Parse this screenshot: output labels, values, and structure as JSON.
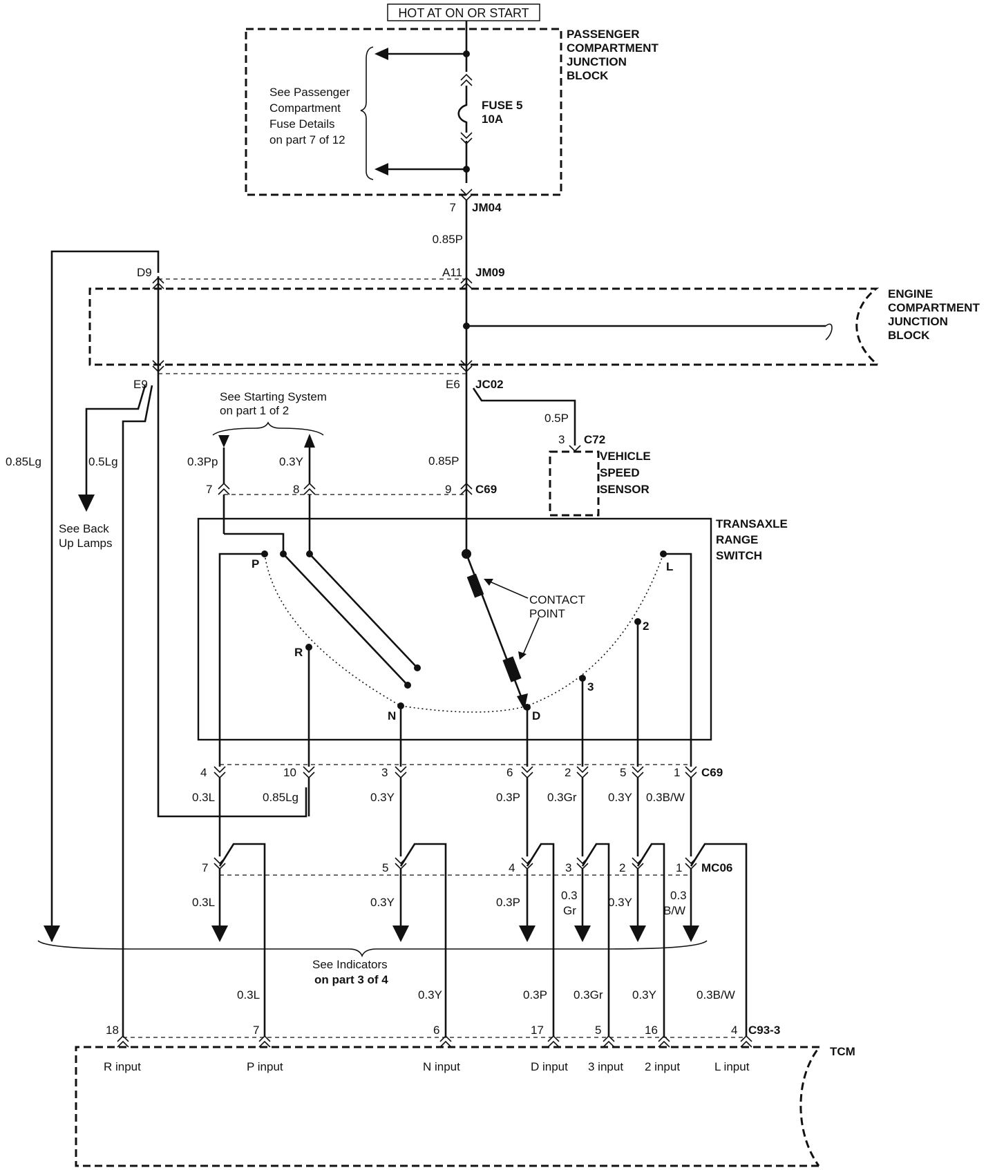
{
  "power": {
    "label": "HOT AT ON OR START"
  },
  "passenger_block": {
    "name": [
      "PASSENGER",
      "COMPARTMENT",
      "JUNCTION",
      "BLOCK"
    ],
    "note": [
      "See Passenger",
      "Compartment",
      "Fuse Details",
      "on part 7 of 12"
    ],
    "fuse": [
      "FUSE 5",
      "10A"
    ]
  },
  "connectors": {
    "jm04": {
      "pin": "7",
      "name": "JM04"
    },
    "jm09": {
      "pin_left": "D9",
      "pin_right": "A11",
      "name": "JM09"
    },
    "jc02": {
      "pin_left": "E9",
      "pin_right": "E6",
      "name": "JC02"
    },
    "c72": {
      "pin": "3",
      "name": "C72"
    },
    "c69_top": {
      "pins": [
        "7",
        "8",
        "9"
      ],
      "name": "C69"
    },
    "c69_bottom": {
      "pins": [
        "4",
        "10",
        "3",
        "6",
        "2",
        "5",
        "1"
      ],
      "name": "C69"
    },
    "mc06": {
      "pins": [
        "7",
        "5",
        "4",
        "3",
        "2",
        "1"
      ],
      "name": "MC06"
    },
    "c93": {
      "pins": [
        "18",
        "7",
        "6",
        "17",
        "5",
        "16",
        "4"
      ],
      "name": "C93-3"
    }
  },
  "engine_block": {
    "name": [
      "ENGINE",
      "COMPARTMENT",
      "JUNCTION",
      "BLOCK"
    ]
  },
  "wires": {
    "main_085p": "0.85P",
    "c72_feed": "0.5P",
    "c69_feed": "0.85P",
    "lg_left": "0.85Lg",
    "lg_backup": "0.5Lg",
    "start_pp": "0.3Pp",
    "start_y": "0.3Y",
    "below_c69": [
      "0.3L",
      "0.85Lg",
      "0.3Y",
      "0.3P",
      "0.3Gr",
      "0.3Y",
      "0.3B/W"
    ],
    "below_mc06": [
      "0.3L",
      "0.3Y",
      "0.3P",
      "0.3",
      "Gr",
      "0.3Y",
      "0.3",
      "B/W"
    ],
    "tcm_feed": [
      "0.3L",
      "0.3Y",
      "0.3P",
      "0.3Gr",
      "0.3Y",
      "0.3B/W"
    ]
  },
  "notes": {
    "starting": [
      "See Starting System",
      "on part 1 of 2"
    ],
    "backup": [
      "See Back",
      "Up Lamps"
    ],
    "indicators": [
      "See Indicators",
      "on part 3 of 4"
    ]
  },
  "vss": {
    "name": [
      "VEHICLE",
      "SPEED",
      "SENSOR"
    ]
  },
  "switch": {
    "name": [
      "TRANSAXLE",
      "RANGE",
      "SWITCH"
    ],
    "contact": [
      "CONTACT",
      "POINT"
    ],
    "positions": [
      "P",
      "R",
      "N",
      "D",
      "3",
      "2",
      "L"
    ]
  },
  "tcm": {
    "name": "TCM",
    "inputs": [
      "R input",
      "P input",
      "N input",
      "D input",
      "3 input",
      "2 input",
      "L input"
    ]
  }
}
